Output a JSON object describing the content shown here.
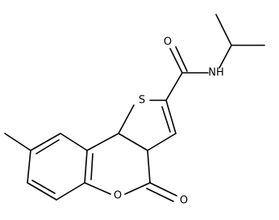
{
  "molecule": {
    "atoms": {
      "O_carbonyl_amide": "O",
      "NH": "NH",
      "S": "S",
      "O_ring": "O",
      "O_carbonyl_lactone": "O"
    }
  },
  "colors": {
    "bond": "#000000",
    "background": "#ffffff"
  }
}
